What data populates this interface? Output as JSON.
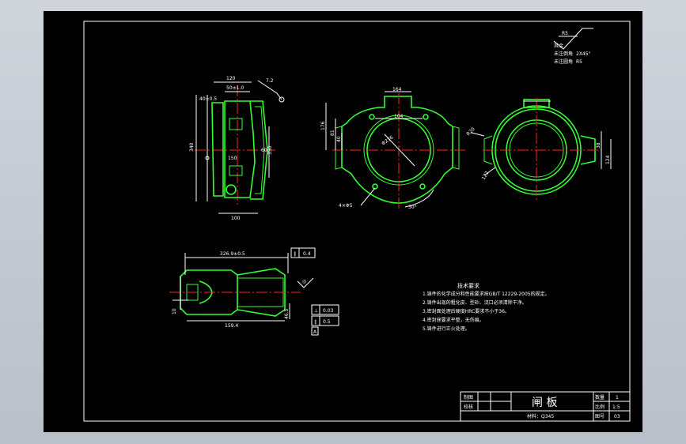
{
  "roughness": {
    "ra": "R5",
    "note1": "其余",
    "note2": "未注倒角",
    "val2": "2X45°",
    "note3": "未注圆角",
    "val3": "R5"
  },
  "dims_view1": {
    "d120": "120",
    "d40": "40±0.5",
    "d50": "50±1.0",
    "d72": "7.2",
    "d340": "340",
    "d60": "60",
    "d350": "350",
    "d150": "150",
    "d100": "100"
  },
  "dims_view2": {
    "d164": "164",
    "d104": "104",
    "d176": "176",
    "d81": "81",
    "d40": "40",
    "d236": "Φ236",
    "holes": "4×Φ5",
    "a30": "30°"
  },
  "dims_view3": {
    "d20": "R20",
    "d38": "38",
    "d124": "124",
    "d122": "122"
  },
  "dims_view4": {
    "d1": "326.9±0.5",
    "d2": "159.4",
    "d3": "10",
    "d4": "46.5"
  },
  "tolerances": {
    "box1": "0.4",
    "box2a": "0.03",
    "box2b": "0.5",
    "sym1": "∥",
    "sym2": "⊥",
    "sym3": "◎",
    "datum": "A"
  },
  "tech": {
    "title": "技术要求",
    "lines": [
      "1.铸件的化学成分和性能要求按GB/T 12229-2005的规定。",
      "2.铸件出现的粗化皮、型砂、浇口必须清除干净。",
      "3.密封面处理后硬度HRC要求不小于36。",
      "4.密封座要求平整，无伤痕。",
      "5.铸件进行正火处理。"
    ]
  },
  "titleblock": {
    "draw_label": "制图",
    "check_label": "校核",
    "part_name": "闸    板",
    "material": "材料：Q345",
    "qty_label": "数量",
    "qty_value": "1",
    "scale_label": "比例",
    "scale_value": "1:5",
    "code_label": "图号",
    "code_value": "03"
  }
}
